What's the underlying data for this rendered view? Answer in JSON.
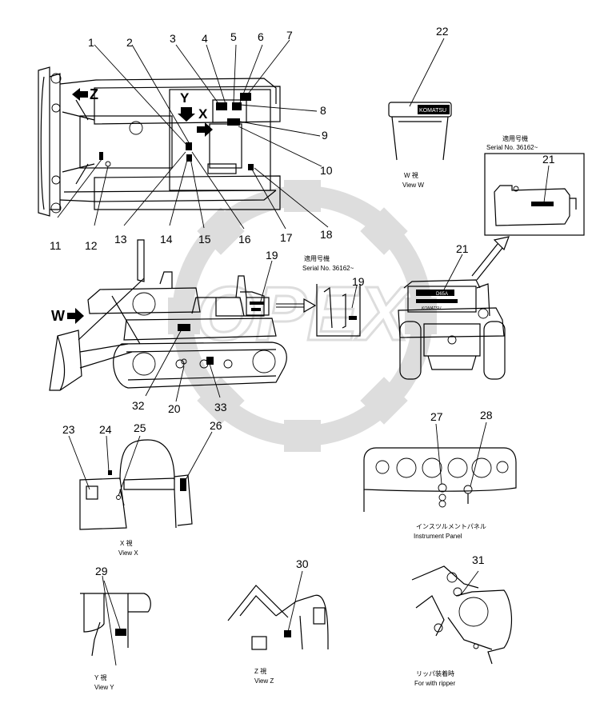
{
  "callouts": [
    "1",
    "2",
    "3",
    "4",
    "5",
    "6",
    "7",
    "8",
    "9",
    "10",
    "11",
    "12",
    "13",
    "14",
    "15",
    "16",
    "17",
    "18",
    "19",
    "19",
    "20",
    "21",
    "21",
    "22",
    "23",
    "24",
    "25",
    "26",
    "27",
    "28",
    "29",
    "30",
    "31",
    "32",
    "33"
  ],
  "view_letters": {
    "w": "W",
    "x": "X",
    "y": "Y",
    "z": "Z"
  },
  "captions": {
    "serial_top_jp": "適用号機",
    "serial_top": "Serial No. 36162~",
    "serial_mid_jp": "適用号機",
    "serial_mid": "Serial No. 36162~",
    "view_w_jp": "W  視",
    "view_w": "View W",
    "view_x_jp": "X  視",
    "view_x": "View X",
    "view_y_jp": "Y  視",
    "view_y": "View Y",
    "view_z_jp": "Z  視",
    "view_z": "View Z",
    "panel_jp": "インスツルメントパネル",
    "panel": "Instrument Panel",
    "ripper_jp": "リッパ装着時",
    "ripper": "For with ripper"
  },
  "plate_text": {
    "komatsu": "KOMATSU",
    "model": "D65A"
  },
  "watermark": "OPEX"
}
